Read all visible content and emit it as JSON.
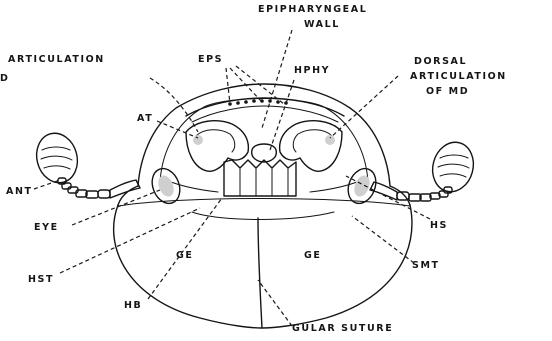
{
  "labels": {
    "articulation_left": "ARTICULATION",
    "articulation_left_cont": "D",
    "epipharyngeal_1": "EPIPHARYNGEAL",
    "epipharyngeal_2": "WALL",
    "eps": "EPS",
    "hphy": "HPHY",
    "dorsal_1": "DORSAL",
    "dorsal_2": "ARTICULATION",
    "dorsal_3": "OF MD",
    "at": "AT",
    "ant": "ANT",
    "eye": "EYE",
    "hs": "HS",
    "ge_left": "GE",
    "ge_right": "GE",
    "smt": "SMT",
    "hst": "HST",
    "hb": "HB",
    "gular_suture": "GULAR SUTURE"
  }
}
